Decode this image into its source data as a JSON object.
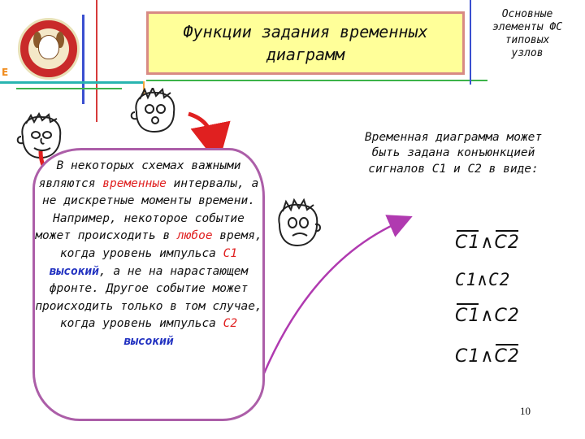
{
  "slide": {
    "title": "Функции задания временных\nдиаграмм",
    "side_caption": "Основные\nэлементы ФС\nтиповых\nузлов",
    "logo_letter": "E",
    "page_number": "10"
  },
  "bubble": {
    "p1": "В некоторых схемах важными являются ",
    "p2": "временные",
    "p3": " интервалы, а не дискретные моменты времени. Например, некоторое событие может происходить в ",
    "p4": "любое",
    "p5": " время, когда уровень импульса ",
    "p6": "С1",
    "p7": "высокий",
    "p8": ", а не на нарастающем фронте. Другое событие может происходить только в том случае, когда уровень импульса ",
    "p9": "С2",
    "p10": "высокий"
  },
  "right_text": "Временная диаграмма может быть задана конъюнкцией сигналов С1 и С2 в виде:",
  "formulas": {
    "c1": "C1",
    "c2": "C2",
    "and": "∧"
  },
  "colors": {
    "title_bg": "#ffff99",
    "title_border": "#d88a84",
    "bubble_border": "#ac5ea8",
    "arrow": "#e02020",
    "highlight_red": "#e02020",
    "highlight_blue": "#2030c0"
  }
}
